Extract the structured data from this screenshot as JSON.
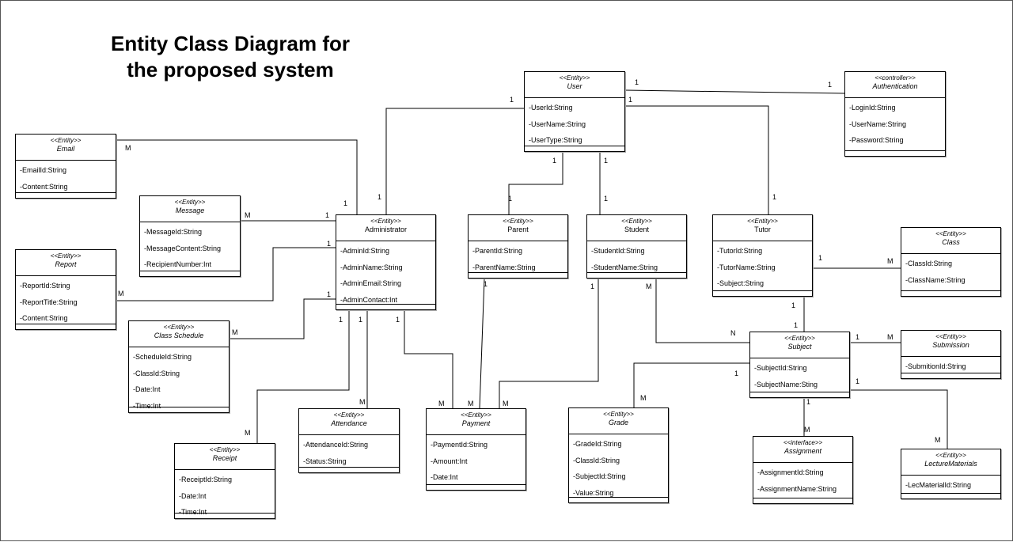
{
  "title": "Entity Class Diagram for\nthe proposed system",
  "classes": [
    {
      "key": "user",
      "stereotype": "<<Entity>>",
      "name": "User",
      "italic": true,
      "attrs": [
        "-UserId:String",
        "-UserName:String",
        "-UserType:String"
      ]
    },
    {
      "key": "auth",
      "stereotype": "<<controller>>",
      "name": "Authentication",
      "italic": true,
      "attrs": [
        "-LoginId:String",
        "-UserName:String",
        "-Password:String"
      ]
    },
    {
      "key": "email",
      "stereotype": "<<Entity>>",
      "name": "Email",
      "italic": true,
      "attrs": [
        "-EmailId:String",
        "-Content:String"
      ]
    },
    {
      "key": "message",
      "stereotype": "<<Entity>>",
      "name": "Message",
      "italic": true,
      "attrs": [
        "-MessageId:String",
        "-MessageContent:String",
        "-RecipientNumber:Int"
      ]
    },
    {
      "key": "report",
      "stereotype": "<<Entity>>",
      "name": "Report",
      "italic": true,
      "attrs": [
        "-ReportId:String",
        "-ReportTitle:String",
        "-Content:String"
      ]
    },
    {
      "key": "schedule",
      "stereotype": "<<Entity>>",
      "name": "Class Schedule",
      "italic": true,
      "attrs": [
        "-ScheduleId:String",
        "-ClassId:String",
        "-Date:Int",
        "-Time:Int"
      ]
    },
    {
      "key": "receipt",
      "stereotype": "<<Entity>>",
      "name": "Receipt",
      "italic": true,
      "attrs": [
        "-ReceiptId:String",
        "-Date:Int",
        "-Time:Int"
      ]
    },
    {
      "key": "admin",
      "stereotype": "<<Entity>>",
      "name": "Administrator",
      "italic": false,
      "attrs": [
        "-AdminId:String",
        "-AdminName:String",
        "-AdminEmail:String",
        "-AdminContact:Int"
      ]
    },
    {
      "key": "attendance",
      "stereotype": "<<Entity>>",
      "name": "Attendance",
      "italic": true,
      "attrs": [
        "-AttendanceId:String",
        "-Status:String"
      ]
    },
    {
      "key": "parent",
      "stereotype": "<<Entity>>",
      "name": "Parent",
      "italic": false,
      "attrs": [
        "-ParentId:String",
        "-ParentName:String"
      ]
    },
    {
      "key": "payment",
      "stereotype": "<<Entity>>",
      "name": "Payment",
      "italic": true,
      "attrs": [
        "-PaymentId:String",
        "-Amount:Int",
        "-Date:Int"
      ]
    },
    {
      "key": "student",
      "stereotype": "<<Entity>>",
      "name": "Student",
      "italic": false,
      "attrs": [
        "-StudentId:String",
        "-StudentName:String"
      ]
    },
    {
      "key": "grade",
      "stereotype": "<<Entity>>",
      "name": "Grade",
      "italic": true,
      "attrs": [
        "-GradeId:String",
        "-ClassId:String",
        "-SubjectId:String",
        "-Value:String"
      ]
    },
    {
      "key": "tutor",
      "stereotype": "<<Entity>>",
      "name": "Tutor",
      "italic": false,
      "attrs": [
        "-TutorId:String",
        "-TutorName:String",
        "-Subject:String"
      ]
    },
    {
      "key": "subject",
      "stereotype": "<<Entity>>",
      "name": "Subject",
      "italic": true,
      "attrs": [
        "-SubjectId:String",
        "-SubjectName:Sting"
      ]
    },
    {
      "key": "assignment",
      "stereotype": "<<interface>>",
      "name": "Assignment",
      "italic": true,
      "attrs": [
        "-AssignmentId:String",
        "-AssignmentName:String"
      ]
    },
    {
      "key": "class",
      "stereotype": "<<Entity>>",
      "name": "Class",
      "italic": true,
      "attrs": [
        "-ClassId:String",
        "-ClassName:String"
      ]
    },
    {
      "key": "submission",
      "stereotype": "<<Entity>>",
      "name": "Submission",
      "italic": true,
      "attrs": [
        "-SubmitionId:String"
      ]
    },
    {
      "key": "lecture",
      "stereotype": "<<Entity>>",
      "name": "LectureMaterials",
      "italic": true,
      "attrs": [
        "-LecMaterialId:String"
      ]
    }
  ],
  "associations": [
    {
      "from": "user",
      "to": "auth",
      "from_mult": "1",
      "to_mult": "1"
    },
    {
      "from": "user",
      "to": "admin",
      "from_mult": "1",
      "to_mult": "1"
    },
    {
      "from": "user",
      "to": "parent",
      "from_mult": "1",
      "to_mult": "1"
    },
    {
      "from": "user",
      "to": "student",
      "from_mult": "1",
      "to_mult": "1"
    },
    {
      "from": "user",
      "to": "tutor",
      "from_mult": "1",
      "to_mult": "1"
    },
    {
      "from": "email",
      "to": "admin",
      "from_mult": "M",
      "to_mult": "1"
    },
    {
      "from": "message",
      "to": "admin",
      "from_mult": "M",
      "to_mult": "1"
    },
    {
      "from": "report",
      "to": "admin",
      "from_mult": "M",
      "to_mult": "1"
    },
    {
      "from": "schedule",
      "to": "admin",
      "from_mult": "M",
      "to_mult": "1"
    },
    {
      "from": "receipt",
      "to": "admin",
      "from_mult": "M",
      "to_mult": "1"
    },
    {
      "from": "attendance",
      "to": "admin",
      "from_mult": "M",
      "to_mult": "1"
    },
    {
      "from": "payment",
      "to": "admin",
      "from_mult": "M",
      "to_mult": "1"
    },
    {
      "from": "payment",
      "to": "parent",
      "from_mult": "M",
      "to_mult": "1"
    },
    {
      "from": "payment",
      "to": "student",
      "from_mult": "M",
      "to_mult": "1"
    },
    {
      "from": "student",
      "to": "subject",
      "from_mult": "M",
      "to_mult": "N"
    },
    {
      "from": "tutor",
      "to": "class",
      "from_mult": "1",
      "to_mult": "M"
    },
    {
      "from": "tutor",
      "to": "subject",
      "from_mult": "1",
      "to_mult": "1"
    },
    {
      "from": "subject",
      "to": "submission",
      "from_mult": "1",
      "to_mult": "M"
    },
    {
      "from": "subject",
      "to": "grade",
      "from_mult": "1",
      "to_mult": "M"
    },
    {
      "from": "subject",
      "to": "assignment",
      "from_mult": "1",
      "to_mult": "M"
    },
    {
      "from": "subject",
      "to": "lecture",
      "from_mult": "1",
      "to_mult": "M"
    }
  ]
}
